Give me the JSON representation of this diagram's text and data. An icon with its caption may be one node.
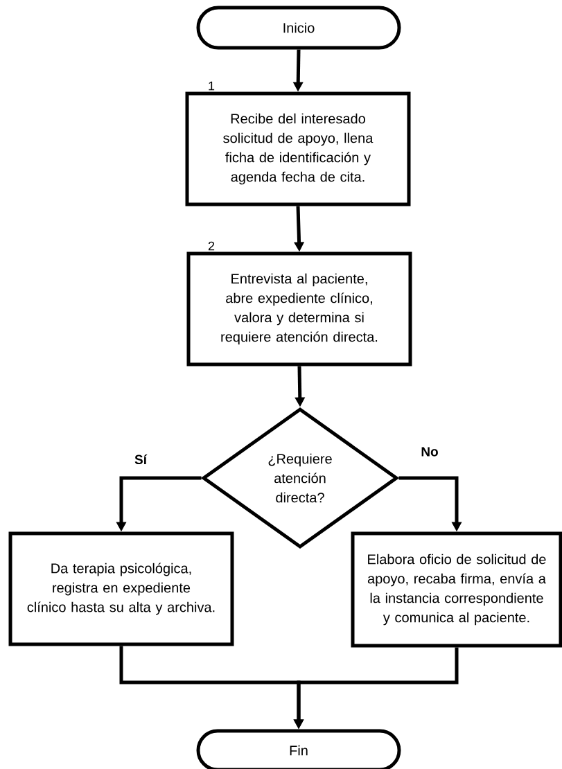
{
  "diagram": {
    "nodes": [
      {
        "text": [
          "Inicio"
        ]
      },
      {
        "text": [
          "Recibe del interesado solicitud de apoyo, llena ficha de identificación y agenda fecha de cita."
        ],
        "beside": [
          "1"
        ]
      },
      {
        "text": [
          "Entrevista al paciente, abre expediente clínico, valora y determina si requiere atención directa."
        ],
        "beside": [
          "2"
        ]
      },
      {
        "text": [
          "¿Requiere atención directa?"
        ]
      },
      {
        "text": [
          "Da terapia psicológica, registra en expediente clínico hasta su alta y archiva."
        ]
      },
      {
        "text": [
          "Elabora oficio de solicitud de apoyo, recaba firma, envía a la instancia correspondiente y comunica al paciente."
        ]
      },
      {
        "text": [
          "Fin"
        ]
      }
    ],
    "edges": [
      {
        "from": 0,
        "to": 1,
        "arrow": "to"
      },
      {
        "from": 1,
        "to": 2,
        "arrow": "to"
      },
      {
        "from": 2,
        "to": 3,
        "arrow": "to"
      },
      {
        "from": 3,
        "to": 4,
        "arrow": "to",
        "label": "Sí"
      },
      {
        "from": 3,
        "to": 5,
        "arrow": "to",
        "label": "No"
      },
      {
        "from": 4,
        "to": 6,
        "arrow": "to"
      },
      {
        "from": 5,
        "to": 6,
        "arrow": "to"
      }
    ]
  }
}
